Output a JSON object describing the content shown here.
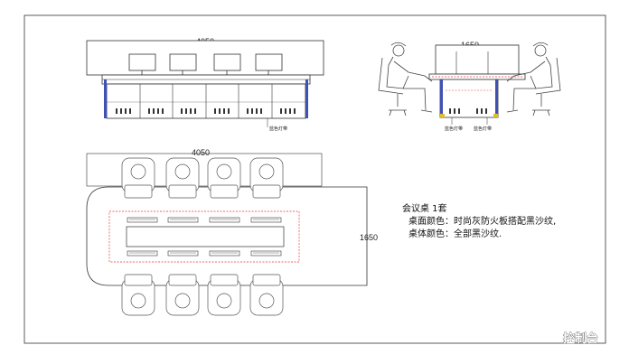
{
  "front_view": {
    "width_label": "4050",
    "light_strip_label": "蓝色灯带"
  },
  "side_view": {
    "width_label": "1650",
    "light_strip_label_left": "蓝色灯带",
    "light_strip_label_right": "蓝色灯带"
  },
  "plan_view": {
    "length_label": "4050",
    "depth_label": "1650"
  },
  "notes": {
    "title": "会议桌  1套",
    "line1": "桌面颜色：时尚灰防火板搭配黑沙纹,",
    "line2": "桌体颜色：全部黑沙纹."
  },
  "watermark": "控制台",
  "colors": {
    "line": "#222222",
    "blue_strip": "#3f51b5",
    "red_dash": "#e53935",
    "yellow_accent": "#e0c020"
  }
}
